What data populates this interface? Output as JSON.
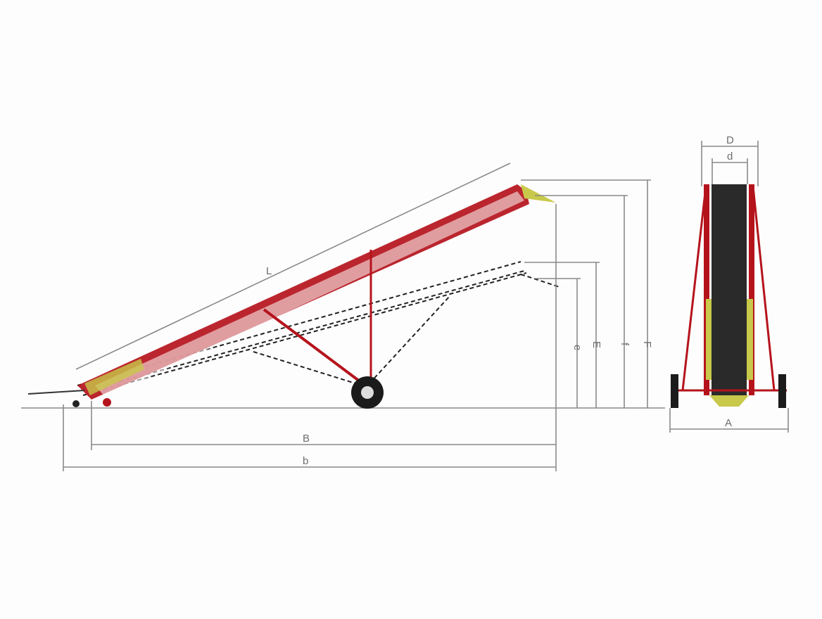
{
  "side_view": {
    "labels": {
      "length": "L",
      "base_length": "B",
      "overall_length": "b",
      "low_discharge_height": "e",
      "low_frame_height": "E",
      "high_discharge_height": "f",
      "high_frame_height": "F"
    }
  },
  "end_view": {
    "labels": {
      "frame_width": "D",
      "belt_width": "d",
      "track_width": "A"
    }
  },
  "colors": {
    "frame": "#b5131c",
    "guard": "#c8c84a",
    "belt": "#2a2a2a",
    "dimension": "#8a8a8a"
  }
}
